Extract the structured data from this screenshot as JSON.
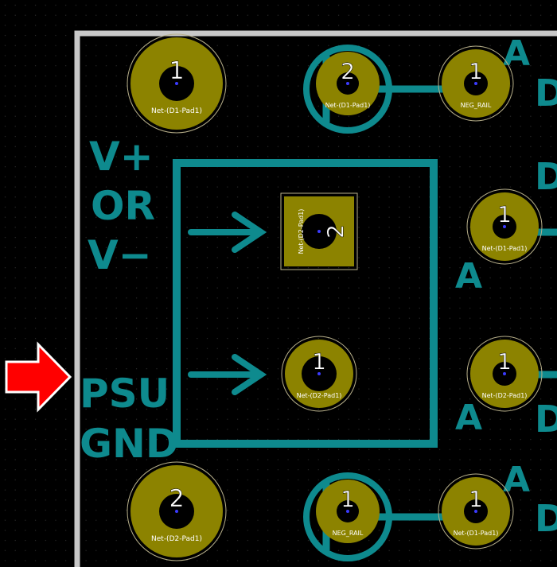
{
  "labels": {
    "vplus": "V+",
    "or": "OR",
    "vminus": "V−",
    "psu": "PSU",
    "gnd": "GND",
    "anode": "A",
    "cathode": "D"
  },
  "pads": [
    {
      "id": "p1",
      "number": "1",
      "net": "Net-(D1-Pad1)"
    },
    {
      "id": "p2",
      "number": "2",
      "net": "Net-(D1-Pad1)"
    },
    {
      "id": "p3",
      "number": "1",
      "net": "NEG_RAIL"
    },
    {
      "id": "p4",
      "number": "1",
      "net": "Net-(D1-Pad1)"
    },
    {
      "id": "p5",
      "number": "2",
      "net": "Net-(D2-Pad1)"
    },
    {
      "id": "p6",
      "number": "1",
      "net": "Net-(D2-Pad1)"
    },
    {
      "id": "p7",
      "number": "1",
      "net": "Net-(D2-Pad1)"
    },
    {
      "id": "p8",
      "number": "2",
      "net": "Net-(D2-Pad1)"
    },
    {
      "id": "p9",
      "number": "1",
      "net": "NEG_RAIL"
    },
    {
      "id": "p10",
      "number": "1",
      "net": "Net-(D1-Pad1)"
    }
  ],
  "colors": {
    "background": "#000000",
    "silkscreen": "#0e8a8e",
    "copper": "#8c8300",
    "edge": "#c8c8c8",
    "marker": "#ff0000"
  }
}
